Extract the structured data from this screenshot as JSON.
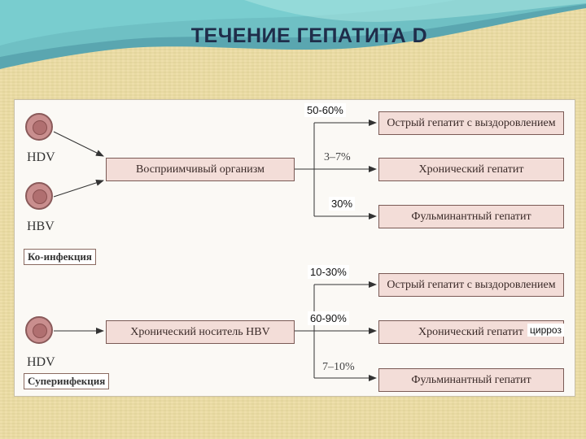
{
  "title": "ТЕЧЕНИЕ ГЕПАТИТА D",
  "coinfection": {
    "label": "Ко-инфекция",
    "virus_top": "HDV",
    "virus_bottom": "HBV",
    "source_box": "Восприимчивый организм",
    "outcomes": [
      {
        "label": "Острый гепатит с выздоровлением",
        "percent": "50-60%"
      },
      {
        "label": "Хронический гепатит",
        "percent": "3–7%"
      },
      {
        "label": "Фульминантный гепатит",
        "percent": "30%"
      }
    ]
  },
  "superinfection": {
    "label": "Суперинфекция",
    "virus": "HDV",
    "source_box": "Хронический носитель HBV",
    "outcomes": [
      {
        "label": "Острый гепатит с выздоровлением",
        "percent": "10-30%"
      },
      {
        "label": "Хронический гепатит",
        "percent": "60-90%",
        "extra": "цирроз"
      },
      {
        "label": "Фульминантный гепатит",
        "percent": "7–10%"
      }
    ]
  }
}
